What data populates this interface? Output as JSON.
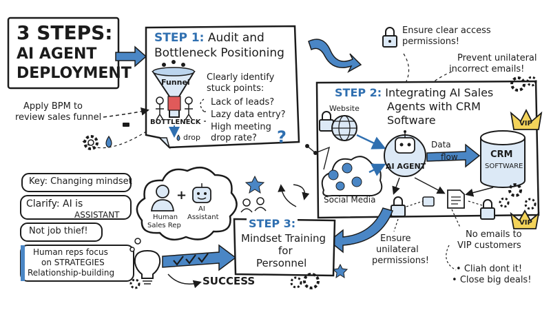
{
  "title": {
    "line1": "3 STEPS:",
    "line2": "AI AGENT",
    "line3": "DEPLOYMENT"
  },
  "step1": {
    "label": "STEP 1:",
    "title_a": "Audit and",
    "title_b": "Bottleneck Positioning",
    "funnel": "Funnel",
    "bottleneck": "BOTTLENECK",
    "drop": "drop",
    "identify": [
      "Clearly identify",
      "stuck points:"
    ],
    "points": [
      "Lack of leads?",
      "Lazy data entry?",
      "High meeting",
      "drop rate?"
    ],
    "question": "?"
  },
  "bpm_note": [
    "Apply BPM to",
    "review sales funnel"
  ],
  "step2": {
    "label": "STEP 2:",
    "title": [
      "Integrating AI Sales",
      "Agents with CRM",
      "Software"
    ],
    "website": "Website",
    "social": "Social Media",
    "ai_agent": "AI AGENT",
    "data_flow": [
      "Data",
      "flow"
    ],
    "crm": [
      "CRM",
      "SOFTWARE"
    ],
    "vip": "VIP"
  },
  "access_note": [
    "Ensure clear access",
    "permissions!"
  ],
  "emails_note": [
    "Prevent unilateral",
    "incorrect emails!"
  ],
  "permissions_note": [
    "Ensure",
    "unilateral",
    "permissions!"
  ],
  "vip_note": [
    "No emails to",
    "VIP customers"
  ],
  "bullets": [
    "Cliah dont it!",
    "Close big deals!"
  ],
  "step3": {
    "label": "STEP 3:",
    "title": [
      "Mindset Training",
      "for",
      "Personnel"
    ],
    "human": [
      "Human",
      "Sales Rep"
    ],
    "ai": [
      "AI",
      "Assistant"
    ],
    "plus": "+",
    "success": "SUCCESS"
  },
  "mindset": {
    "key": "Key: Changing mindset",
    "clarify_a": "Clarify: AI is",
    "clarify_b": "ASSISTANT",
    "thief": "Not job thief!",
    "focus": [
      "Human reps focus",
      "on STRATEGIES",
      "Relationship-building"
    ]
  },
  "colors": {
    "accent": "#4a86c5",
    "light": "#dce9f6",
    "ink": "#1b1b1b",
    "gold": "#f3d35a"
  }
}
